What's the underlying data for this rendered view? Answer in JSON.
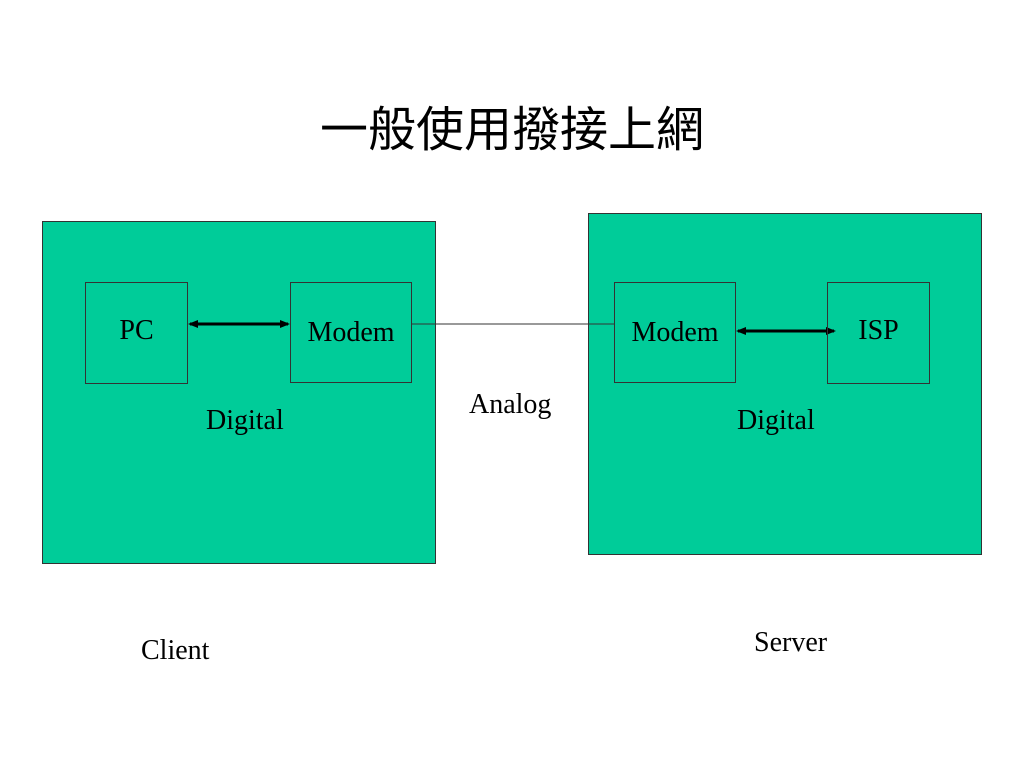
{
  "title": "一般使用撥接上網",
  "client": {
    "pc_label": "PC",
    "modem_label": "Modem",
    "signal_label": "Digital",
    "side_label": "Client"
  },
  "server": {
    "modem_label": "Modem",
    "isp_label": "ISP",
    "signal_label": "Digital",
    "side_label": "Server"
  },
  "link": {
    "signal_label": "Analog"
  },
  "colors": {
    "panel_fill": "#00cc99",
    "border": "#333333",
    "arrow": "#000000"
  }
}
